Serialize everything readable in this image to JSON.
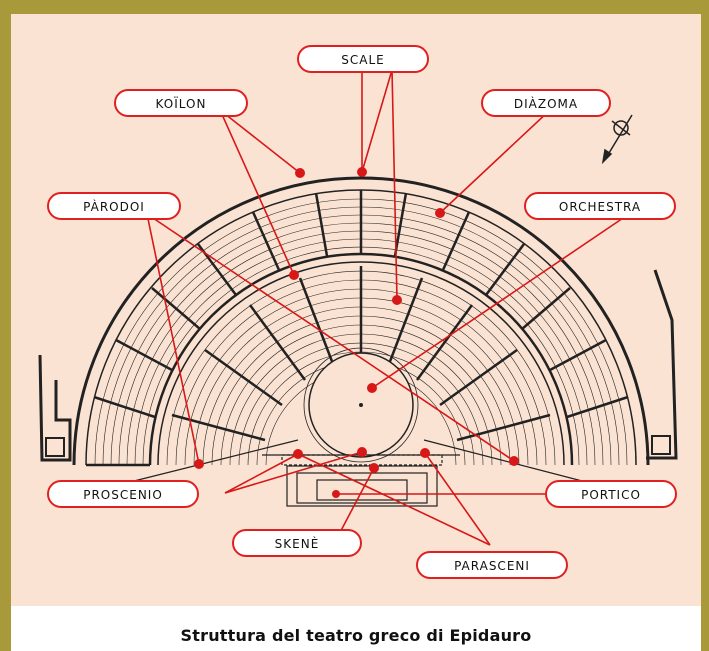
{
  "caption": "Struttura del teatro greco di Epidauro",
  "labels": {
    "scale": "SCALE",
    "koilon": "KOÏLON",
    "diazoma": "DIÀZOMA",
    "parodoi": "PÀRODOI",
    "orchestra": "ORCHESTRA",
    "proscenio": "PROSCENIO",
    "portico": "PORTICO",
    "skene": "SKENÈ",
    "parasceni": "PARASCENI"
  },
  "colors": {
    "background_frame": "#a89a3a",
    "panel": "#fbe3d3",
    "label_border": "#e02020",
    "leader": "#d81818",
    "ink": "#222222"
  },
  "icons": [
    "compass-icon"
  ]
}
